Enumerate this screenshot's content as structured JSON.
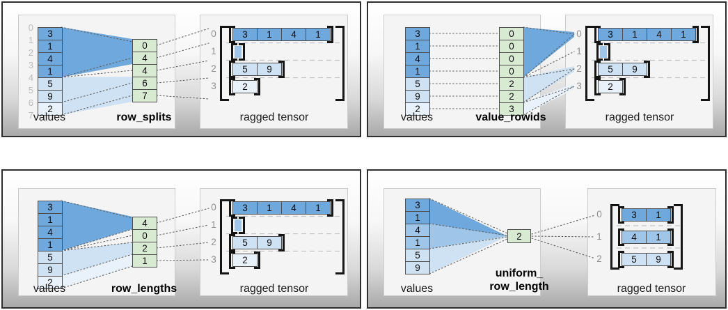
{
  "figure": "ragged tensor factory methods",
  "colors": {
    "group_dark_blue": "#6fa8dc",
    "group_mid_blue": "#9fc5e8",
    "group_light_blue": "#cfe2f3",
    "group_xlight_blue": "#e9f2fb",
    "factory_green": "#d9ead3"
  },
  "panels": [
    {
      "id": "row_splits",
      "values": {
        "label": "values",
        "cells": [
          "3",
          "1",
          "4",
          "1",
          "5",
          "9",
          "2"
        ],
        "shades": [
          "dark",
          "dark",
          "dark",
          "dark",
          "light",
          "light",
          "xlight"
        ],
        "indices": [
          "0",
          "1",
          "2",
          "3",
          "4",
          "5",
          "6",
          "7"
        ]
      },
      "factory": {
        "label": "row_splits",
        "cells": [
          "0",
          "4",
          "4",
          "6",
          "7"
        ]
      },
      "tensor": {
        "label": "ragged tensor",
        "row_indices": [
          "0",
          "1",
          "2",
          "3"
        ],
        "rows": [
          {
            "cells": [
              "3",
              "1",
              "4",
              "1"
            ],
            "shade": "dark"
          },
          {
            "cells": [],
            "shade": "mid"
          },
          {
            "cells": [
              "5",
              "9"
            ],
            "shade": "light"
          },
          {
            "cells": [
              "2"
            ],
            "shade": "xlight"
          }
        ]
      }
    },
    {
      "id": "value_rowids",
      "values": {
        "label": "values",
        "cells": [
          "3",
          "1",
          "4",
          "1",
          "5",
          "9",
          "2"
        ],
        "shades": [
          "dark",
          "dark",
          "dark",
          "dark",
          "light",
          "light",
          "xlight"
        ]
      },
      "factory": {
        "label": "value_rowids",
        "cells": [
          "0",
          "0",
          "0",
          "0",
          "2",
          "2",
          "3"
        ]
      },
      "tensor": {
        "label": "ragged tensor",
        "row_indices": [
          "0",
          "1",
          "2",
          "3"
        ],
        "rows": [
          {
            "cells": [
              "3",
              "1",
              "4",
              "1"
            ],
            "shade": "dark"
          },
          {
            "cells": [],
            "shade": "mid"
          },
          {
            "cells": [
              "5",
              "9"
            ],
            "shade": "light"
          },
          {
            "cells": [
              "2"
            ],
            "shade": "xlight"
          }
        ]
      }
    },
    {
      "id": "row_lengths",
      "values": {
        "label": "values",
        "cells": [
          "3",
          "1",
          "4",
          "1",
          "5",
          "9",
          "2"
        ],
        "shades": [
          "dark",
          "dark",
          "dark",
          "dark",
          "light",
          "light",
          "xlight"
        ]
      },
      "factory": {
        "label": "row_lengths",
        "cells": [
          "4",
          "0",
          "2",
          "1"
        ]
      },
      "tensor": {
        "label": "ragged tensor",
        "row_indices": [
          "0",
          "1",
          "2",
          "3"
        ],
        "rows": [
          {
            "cells": [
              "3",
              "1",
              "4",
              "1"
            ],
            "shade": "dark"
          },
          {
            "cells": [],
            "shade": "mid"
          },
          {
            "cells": [
              "5",
              "9"
            ],
            "shade": "light"
          },
          {
            "cells": [
              "2"
            ],
            "shade": "xlight"
          }
        ]
      }
    },
    {
      "id": "uniform_row_length",
      "values": {
        "label": "values",
        "cells": [
          "3",
          "1",
          "4",
          "1",
          "5",
          "9"
        ],
        "shades": [
          "dark",
          "dark",
          "mid",
          "mid",
          "light",
          "light"
        ]
      },
      "factory": {
        "label": "uniform_\nrow_length",
        "cells": [
          "2"
        ]
      },
      "tensor": {
        "label": "ragged tensor",
        "row_indices": [
          "0",
          "1",
          "2"
        ],
        "rows": [
          {
            "cells": [
              "3",
              "1"
            ],
            "shade": "dark"
          },
          {
            "cells": [
              "4",
              "1"
            ],
            "shade": "mid"
          },
          {
            "cells": [
              "5",
              "9"
            ],
            "shade": "light"
          }
        ]
      }
    }
  ]
}
